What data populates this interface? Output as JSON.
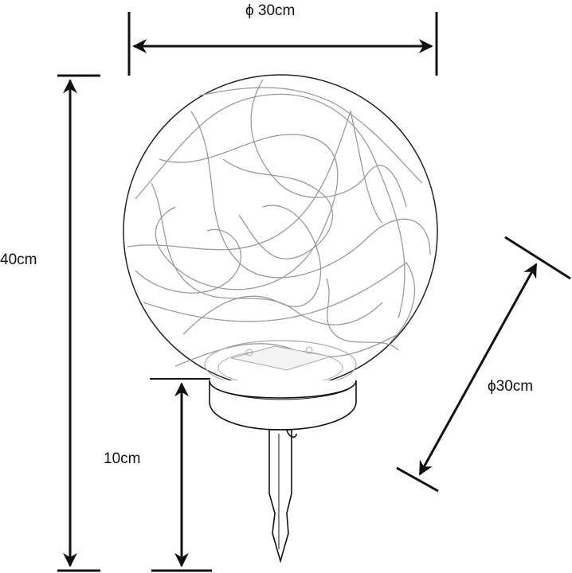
{
  "dimensions": {
    "top_diameter": "ϕ  30cm",
    "total_height": "40cm",
    "base_height": "10cm",
    "side_diameter": "ϕ30cm"
  },
  "colors": {
    "line": "#111111",
    "wire": "#9a9a9a"
  }
}
